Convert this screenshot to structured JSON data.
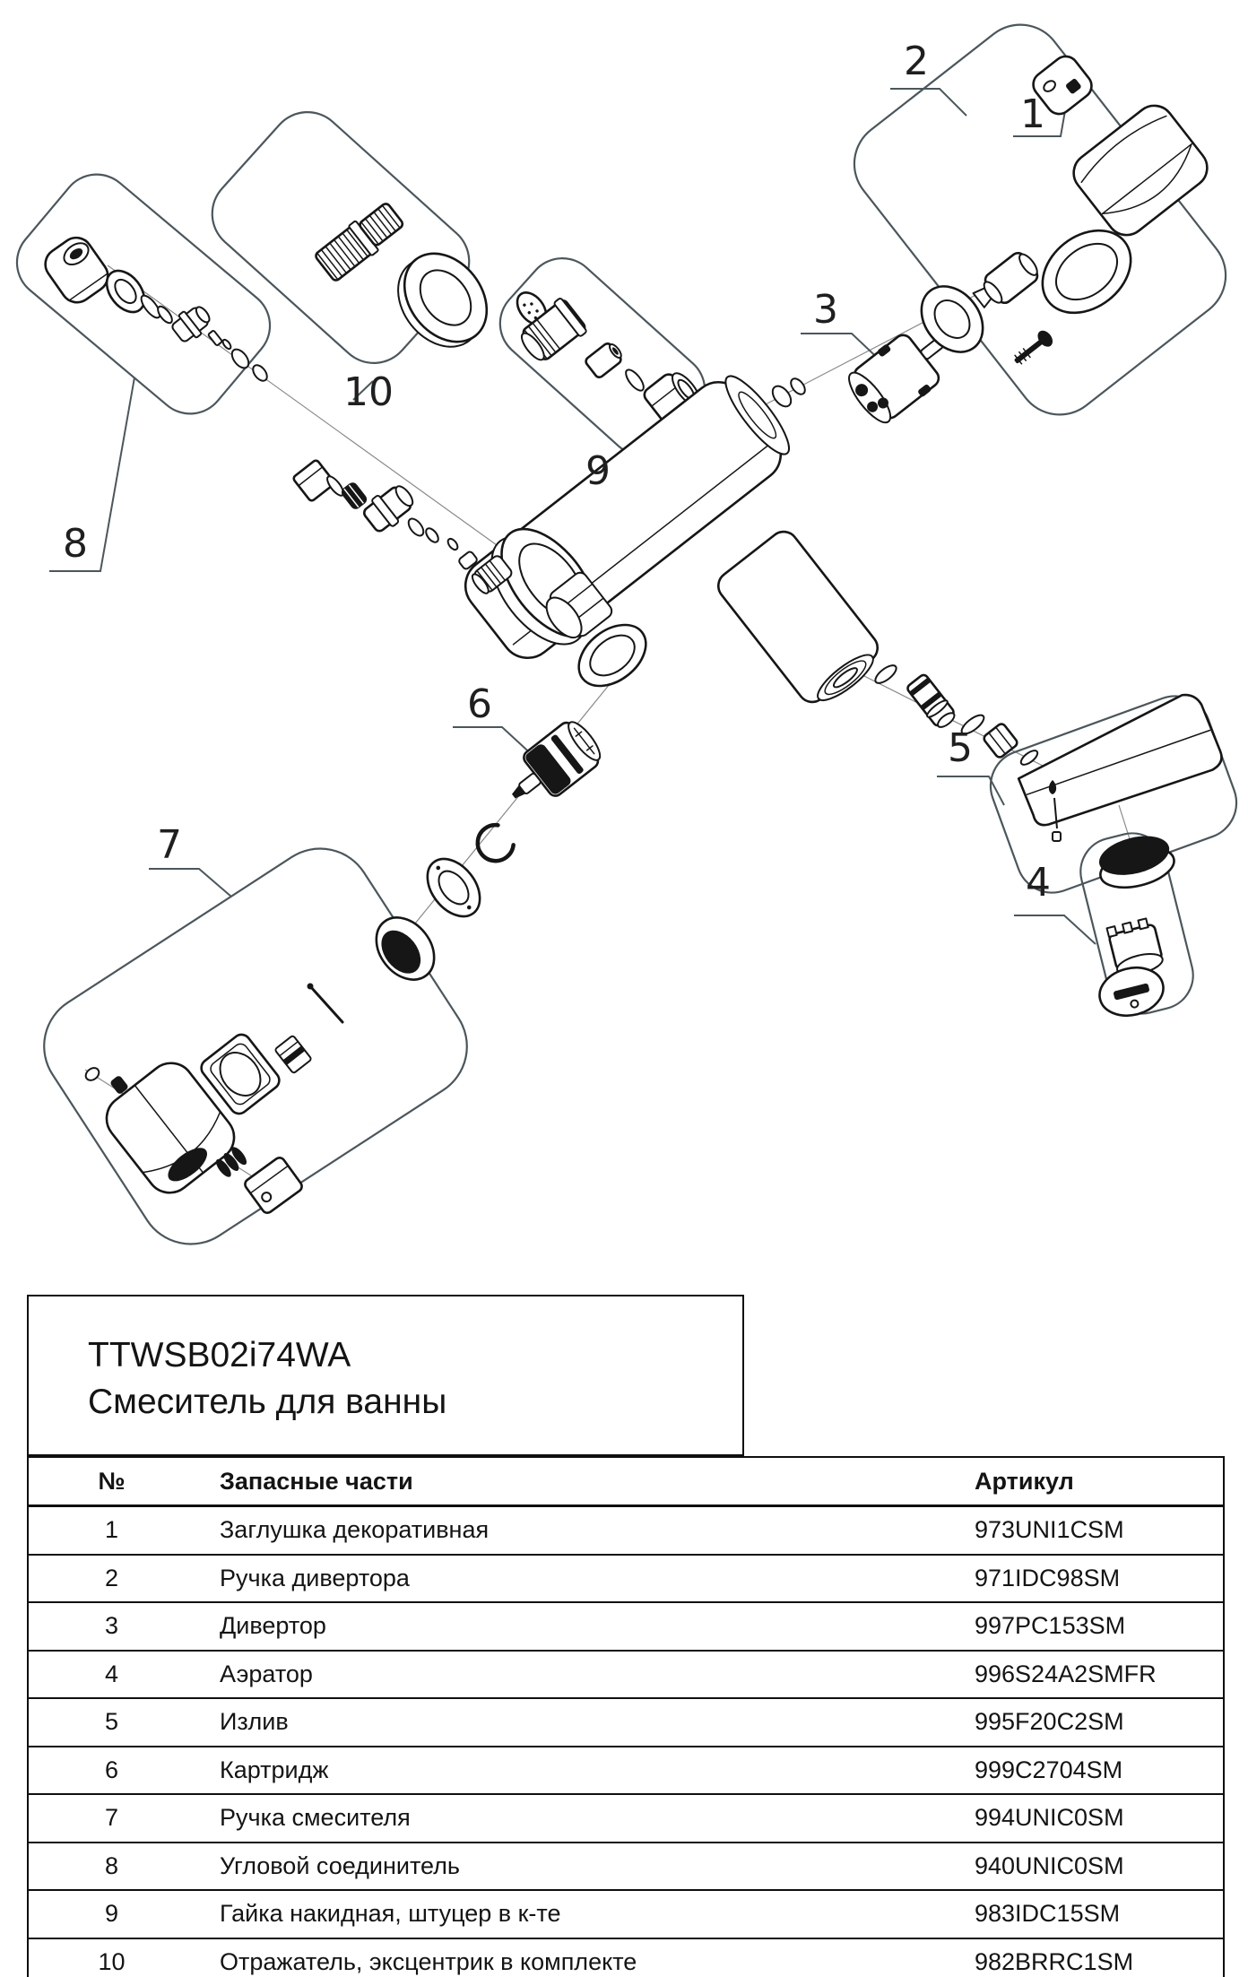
{
  "product": {
    "code": "TTWSB02i74WA",
    "name": "Смеситель для ванны"
  },
  "callouts": [
    "1",
    "2",
    "3",
    "4",
    "5",
    "6",
    "7",
    "8",
    "9",
    "10"
  ],
  "parts_table": {
    "headers": {
      "num": "№",
      "name": "Запасные части",
      "article": "Артикул"
    },
    "rows": [
      {
        "num": "1",
        "name": "Заглушка декоративная",
        "article": "973UNI1CSM"
      },
      {
        "num": "2",
        "name": "Ручка дивертора",
        "article": "971IDC98SM"
      },
      {
        "num": "3",
        "name": "Дивертор",
        "article": "997PC153SM"
      },
      {
        "num": "4",
        "name": "Аэратор",
        "article": "996S24A2SMFR"
      },
      {
        "num": "5",
        "name": "Излив",
        "article": "995F20C2SM"
      },
      {
        "num": "6",
        "name": "Картридж",
        "article": "999C2704SM"
      },
      {
        "num": "7",
        "name": "Ручка смесителя",
        "article": "994UNIC0SM"
      },
      {
        "num": "8",
        "name": "Угловой соединитель",
        "article": "940UNIC0SM"
      },
      {
        "num": "9",
        "name": "Гайка накидная, штуцер в к-те",
        "article": "983IDC15SM"
      },
      {
        "num": "10",
        "name": "Отражатель, эксцентрик в комплекте",
        "article": "982BRRC1SM"
      }
    ]
  },
  "colors": {
    "ink": "#161616",
    "group_outline": "#4a575c",
    "paper": "#ffffff"
  }
}
